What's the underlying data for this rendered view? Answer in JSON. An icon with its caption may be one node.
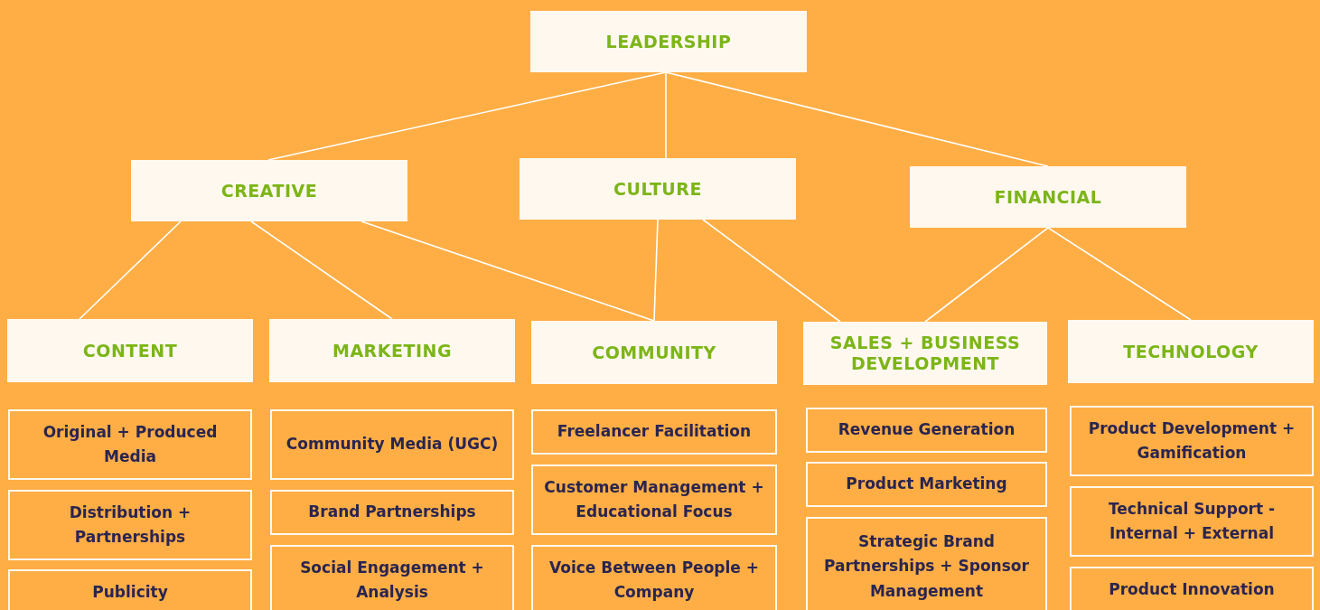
{
  "diagram": {
    "nodes": [
      {
        "text": [
          "LEADERSHIP"
        ]
      },
      {
        "text": [
          "CREATIVE"
        ]
      },
      {
        "text": [
          "CULTURE"
        ]
      },
      {
        "text": [
          "FINANCIAL"
        ]
      },
      {
        "text": [
          "CONTENT"
        ]
      },
      {
        "text": [
          "MARKETING"
        ]
      },
      {
        "text": [
          "COMMUNITY"
        ]
      },
      {
        "text": [
          "SALES + BUSINESS DEVELOPMENT"
        ]
      },
      {
        "text": [
          "TECHNOLOGY"
        ]
      },
      {
        "text": [
          "Original + Produced Media"
        ]
      },
      {
        "text": [
          "Distribution + Partnerships"
        ]
      },
      {
        "text": [
          "Publicity"
        ]
      },
      {
        "text": [
          "Community Media (UGC)"
        ]
      },
      {
        "text": [
          "Brand Partnerships"
        ]
      },
      {
        "text": [
          "Social Engagement + Analysis"
        ]
      },
      {
        "text": [
          "Freelancer Facilitation"
        ]
      },
      {
        "text": [
          "Customer Management + Educational Focus"
        ]
      },
      {
        "text": [
          "Voice Between People + Company"
        ]
      },
      {
        "text": [
          "Revenue Generation"
        ]
      },
      {
        "text": [
          "Product Marketing"
        ]
      },
      {
        "text": [
          "Strategic Brand Partnerships + Sponsor Management"
        ]
      },
      {
        "text": [
          "Product Development + Gamification"
        ]
      },
      {
        "text": [
          "Technical Support - Internal + External"
        ]
      },
      {
        "text": [
          "Product Innovation"
        ]
      }
    ],
    "edges": [
      {
        "from": 0,
        "to": 1,
        "arrow": "none"
      },
      {
        "from": 0,
        "to": 2,
        "arrow": "none"
      },
      {
        "from": 0,
        "to": 3,
        "arrow": "none"
      },
      {
        "from": 1,
        "to": 4,
        "arrow": "none"
      },
      {
        "from": 1,
        "to": 5,
        "arrow": "none"
      },
      {
        "from": 1,
        "to": 6,
        "arrow": "none"
      },
      {
        "from": 2,
        "to": 6,
        "arrow": "none"
      },
      {
        "from": 2,
        "to": 7,
        "arrow": "none"
      },
      {
        "from": 3,
        "to": 7,
        "arrow": "none"
      },
      {
        "from": 3,
        "to": 8,
        "arrow": "none"
      }
    ]
  }
}
